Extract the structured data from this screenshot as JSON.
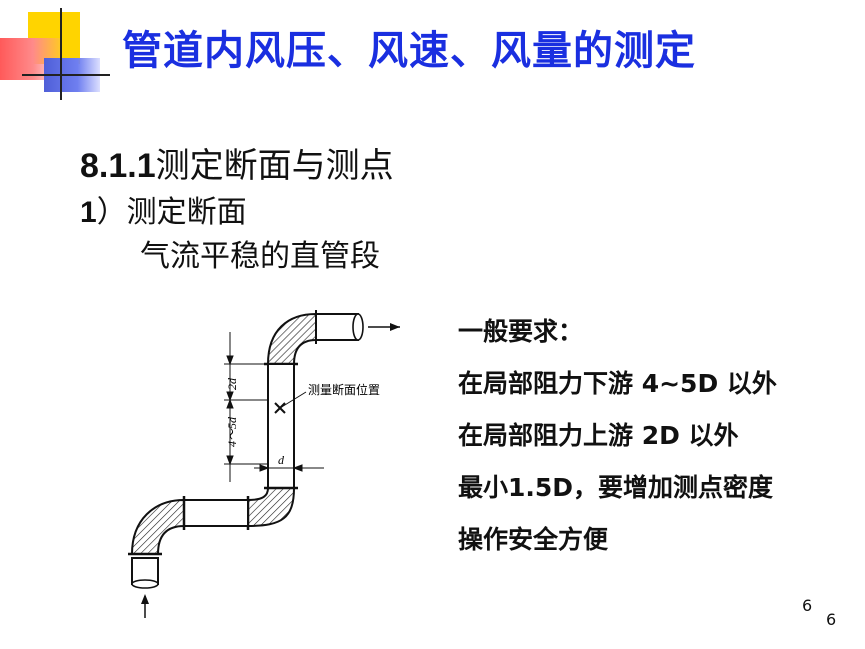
{
  "title": "管道内风压、风速、风量的测定",
  "section": {
    "number": "8.1.1",
    "text": "测定断面与测点"
  },
  "subsection": {
    "number": "1",
    "text": "）测定断面"
  },
  "subtext": "气流平稳的直管段",
  "diagram": {
    "label_position": "测量断面位置",
    "label_2d": "2d",
    "label_4_5d": "4～5d",
    "label_d": "d"
  },
  "requirements": [
    "一般要求：",
    "在局部阻力下游 4~5D 以外",
    "在局部阻力上游 2D 以外",
    "最小1.5D，要增加测点密度",
    "操作安全方便"
  ],
  "page_numbers": [
    "6",
    "6"
  ],
  "colors": {
    "title": "#1a2fe0",
    "deco_yellow": "#ffd400",
    "deco_red": "#ff5a5a",
    "deco_blue": "#4f5fd8"
  }
}
